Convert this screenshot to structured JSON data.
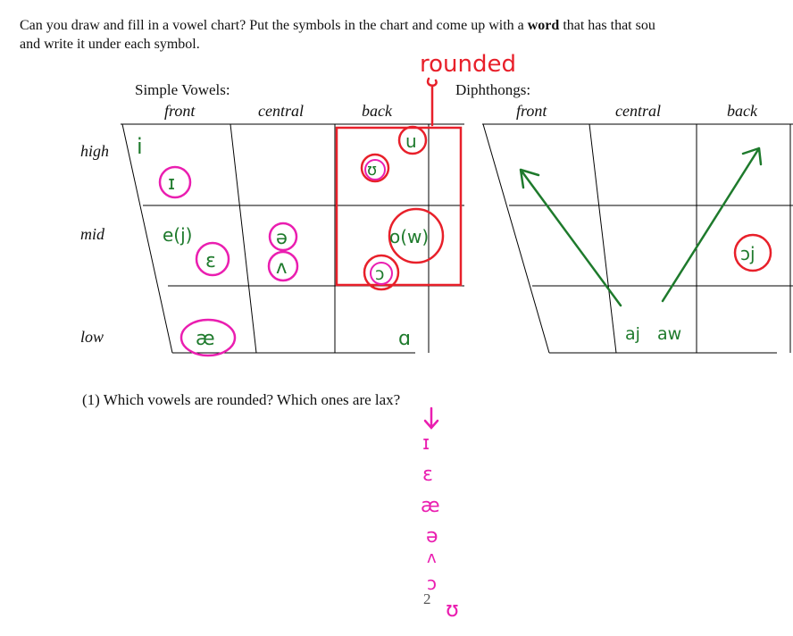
{
  "instructions": {
    "line1_pre": "Can you draw and fill in a vowel chart? Put the symbols in the chart and come up with a ",
    "line1_bold": "word",
    "line1_post": " that has that sou",
    "line2": "and write it under each symbol."
  },
  "simple_vowels": {
    "title": "Simple Vowels:",
    "columns": [
      "front",
      "central",
      "back"
    ],
    "rows": [
      "high",
      "mid",
      "low"
    ]
  },
  "diphthongs": {
    "title": "Diphthongs:",
    "columns": [
      "front",
      "central",
      "back"
    ]
  },
  "annotations": {
    "rounded_label": "rounded",
    "simple_symbols": {
      "i": "i",
      "I": "ɪ",
      "u": "u",
      "U": "ʊ",
      "e": "e(j)",
      "eps": "ɛ",
      "schwa": "ə",
      "wedge": "ʌ",
      "o": "o(w)",
      "open_o": "ɔ",
      "ae": "æ",
      "a": "ɑ"
    },
    "diphthong_symbols": {
      "aj": "aj",
      "aw": "aw",
      "oj": "ɔj"
    },
    "answer_list": [
      "ɪ",
      "ɛ",
      "æ",
      "ə",
      "ʌ",
      "ɔ",
      "ʊ"
    ]
  },
  "question": "(1) Which vowels are rounded? Which ones are lax?",
  "page_number": "2",
  "colors": {
    "pink": "#ea1eb0",
    "red": "#e8202a",
    "green": "#1e7a2c",
    "ink": "#111111"
  }
}
